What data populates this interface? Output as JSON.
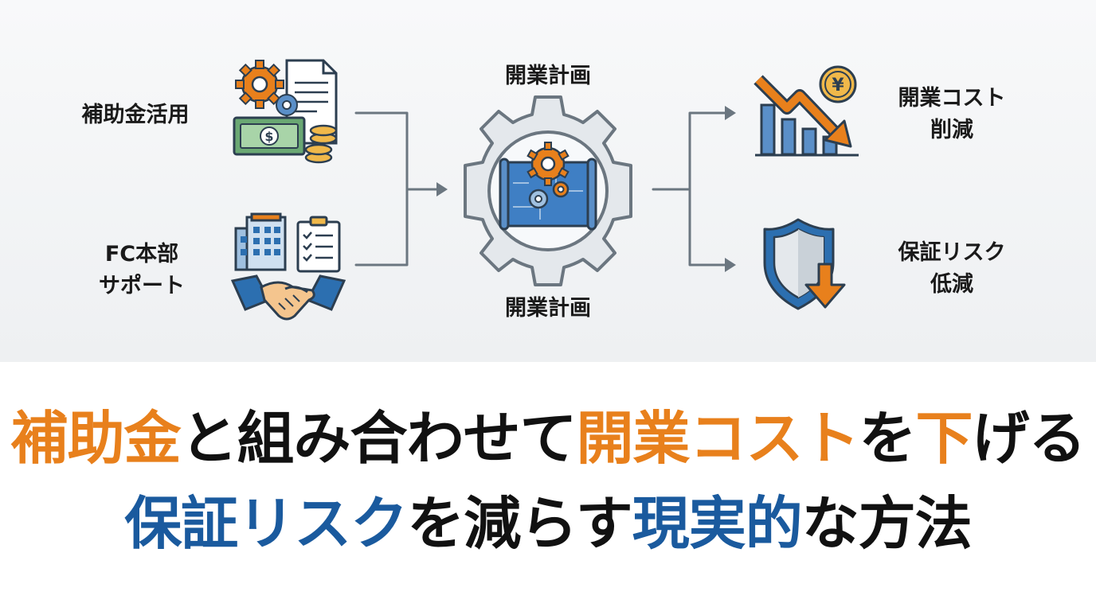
{
  "inputs": {
    "subsidy_label": "補助金活用",
    "fc_label_line1": "FC本部",
    "fc_label_line2": "サポート"
  },
  "center": {
    "top_label": "開業計画",
    "bottom_label": "開業計画"
  },
  "outputs": {
    "cost_line1": "開業コスト",
    "cost_line2": "削減",
    "risk_line1": "保証リスク",
    "risk_line2": "低減",
    "yen_symbol": "¥"
  },
  "headline": {
    "line1": [
      {
        "text": "補助金",
        "color": "orange"
      },
      {
        "text": "と組み合わせて",
        "color": "black"
      },
      {
        "text": "開業コスト",
        "color": "orange"
      },
      {
        "text": "を",
        "color": "black"
      },
      {
        "text": "下",
        "color": "orange"
      },
      {
        "text": "げる",
        "color": "black"
      }
    ],
    "line2": [
      {
        "text": "保証リスク",
        "color": "blue"
      },
      {
        "text": "を減らす",
        "color": "black"
      },
      {
        "text": "現実的",
        "color": "blue"
      },
      {
        "text": "な方法",
        "color": "black"
      }
    ]
  },
  "colors": {
    "orange": "#e8801c",
    "blue": "#1a5a9e",
    "black": "#111111",
    "connector": "#6b7680"
  },
  "icons": [
    "gear-document-money-icon",
    "building-checklist-handshake-icon",
    "gear-blueprint-icon",
    "declining-chart-yen-icon",
    "shield-down-arrow-icon"
  ]
}
